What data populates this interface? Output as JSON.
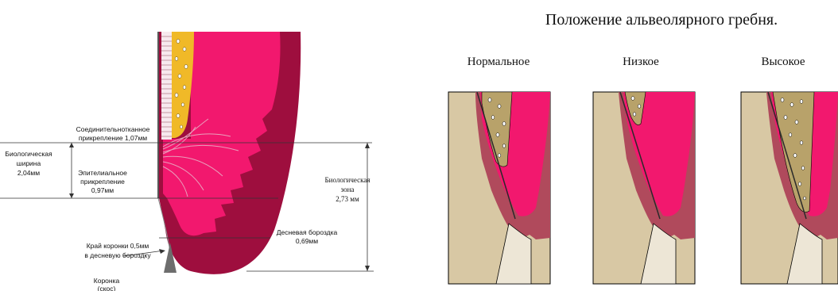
{
  "left_panel": {
    "biologic_width": {
      "line1": "Биологическая",
      "line2": "ширина",
      "line3": "2,04мм"
    },
    "connective_attachment": {
      "line1": "Соединительнотканное",
      "line2": "прикрепление 1,07мм"
    },
    "epithelial_attachment": {
      "line1": "Эпителиальное",
      "line2": "прикрепление",
      "line3": "0,97мм"
    },
    "biologic_zone": {
      "line1": "Биологическая",
      "line2": "зона",
      "line3": "2,73 мм"
    },
    "gingival_sulcus": {
      "line1": "Десневая бороздка",
      "line2": "0,69мм"
    },
    "crown_margin": {
      "line1": "Край коронки 0,5мм",
      "line2": "в десневую бороздку"
    },
    "crown": {
      "line1": "Коронка",
      "line2": "(скос)"
    }
  },
  "right_panel": {
    "title": "Положение альвеолярного гребня.",
    "columns": [
      {
        "label": "Нормальное"
      },
      {
        "label": "Низкое"
      },
      {
        "label": "Высокое"
      }
    ]
  },
  "colors": {
    "gingiva_dark": "#9e0e3e",
    "gingiva_pink": "#f2186e",
    "bone_yellow": "#f0b928",
    "tooth_tan": "#d8c8a4",
    "bone_olive": "#b8a26a",
    "gum_mauve": "#b04a5c",
    "enamel": "#ede6d6"
  }
}
